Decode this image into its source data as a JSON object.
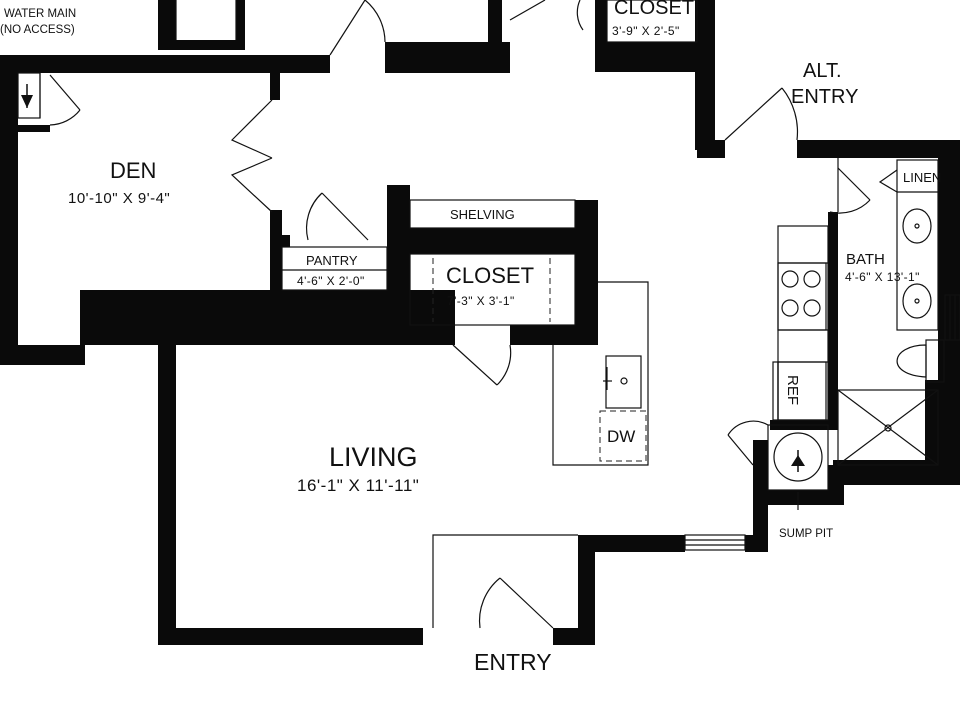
{
  "rooms": {
    "den": {
      "name": "DEN",
      "size": "10'-10\" X 9'-4\""
    },
    "living": {
      "name": "LIVING",
      "size": "16'-1\" X 11'-11\""
    },
    "closet_main": {
      "name": "CLOSET",
      "size": "7'-3\" X 3'-1\""
    },
    "closet_top": {
      "name": "CLOSET",
      "size": "3'-9\" X 2'-5\""
    },
    "pantry": {
      "name": "PANTRY",
      "size": "4'-6\" X 2'-0\""
    },
    "bath": {
      "name": "BATH",
      "size": "4'-6\" X 13'-1\""
    }
  },
  "labels": {
    "water_main_line1": "WATER MAIN",
    "water_main_line2": "(NO ACCESS)",
    "shelving": "SHELVING",
    "linen": "LINEN",
    "ref": "REF",
    "dw": "DW",
    "sump_pit": "SUMP PIT",
    "alt_entry_line1": "ALT.",
    "alt_entry_line2": "ENTRY",
    "entry": "ENTRY"
  },
  "colors": {
    "wall": "#0a0a0a",
    "background": "#ffffff"
  }
}
